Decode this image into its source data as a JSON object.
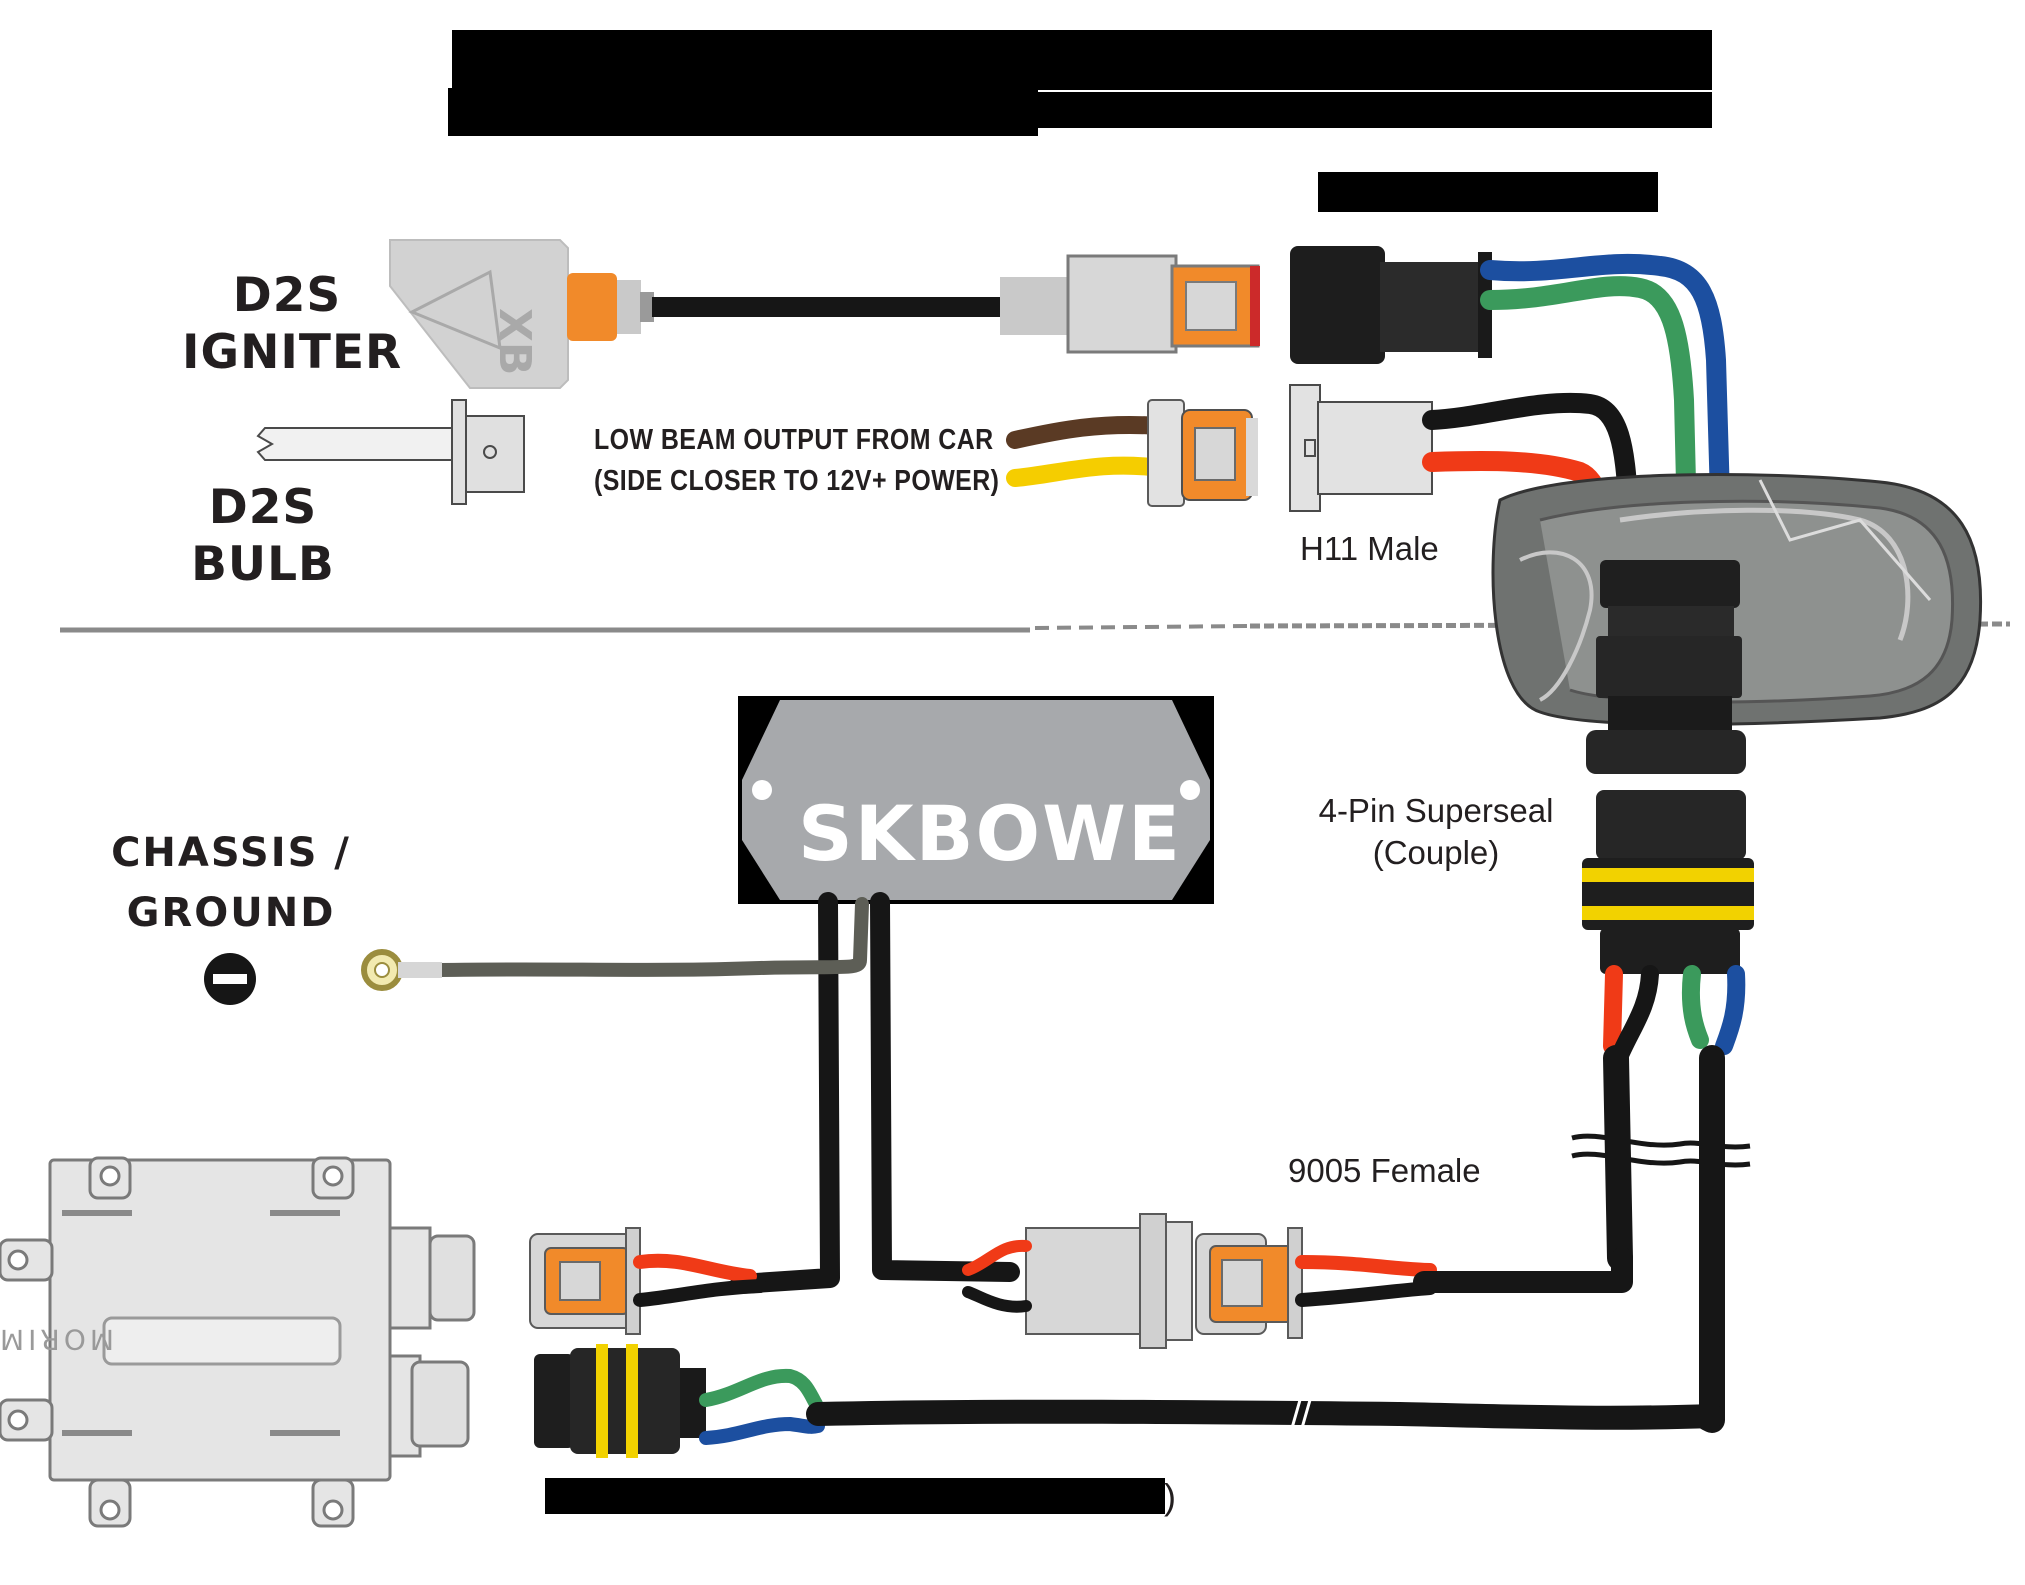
{
  "labels": {
    "d2s_igniter_line1": "D2S",
    "d2s_igniter_line2": "IGNITER",
    "d2s_bulb_line1": "D2S",
    "d2s_bulb_line2": "BULB",
    "low_beam_line1": "LOW BEAM OUTPUT FROM CAR",
    "low_beam_line2": "(SIDE CLOSER TO 12V+ POWER)",
    "h11_male": "H11 Male",
    "superseal_line1": "4-Pin Superseal",
    "superseal_line2": "(Couple)",
    "chassis_line1": "CHASSIS /",
    "chassis_line2": "GROUND",
    "nine005_female": "9005 Female",
    "close_paren": ")"
  },
  "logos": {
    "controller": "SKBOWE",
    "ballast": "MORIMOTO",
    "igniter_mark": "XB"
  },
  "colors": {
    "wire_black": "#161616",
    "wire_red": "#f03a17",
    "wire_green": "#3b9a5c",
    "wire_blue": "#1c4fa0",
    "wire_brown": "#5a3a24",
    "wire_yellow": "#f5cd00",
    "ground_wire": "#5d5e56",
    "connector_orange": "#f18a2a",
    "connector_gray": "#c9c9c9",
    "connector_yellow": "#f2d200",
    "redaction_black": "#000000"
  },
  "icons": [
    "minus-icon",
    "ring-terminal-icon"
  ]
}
